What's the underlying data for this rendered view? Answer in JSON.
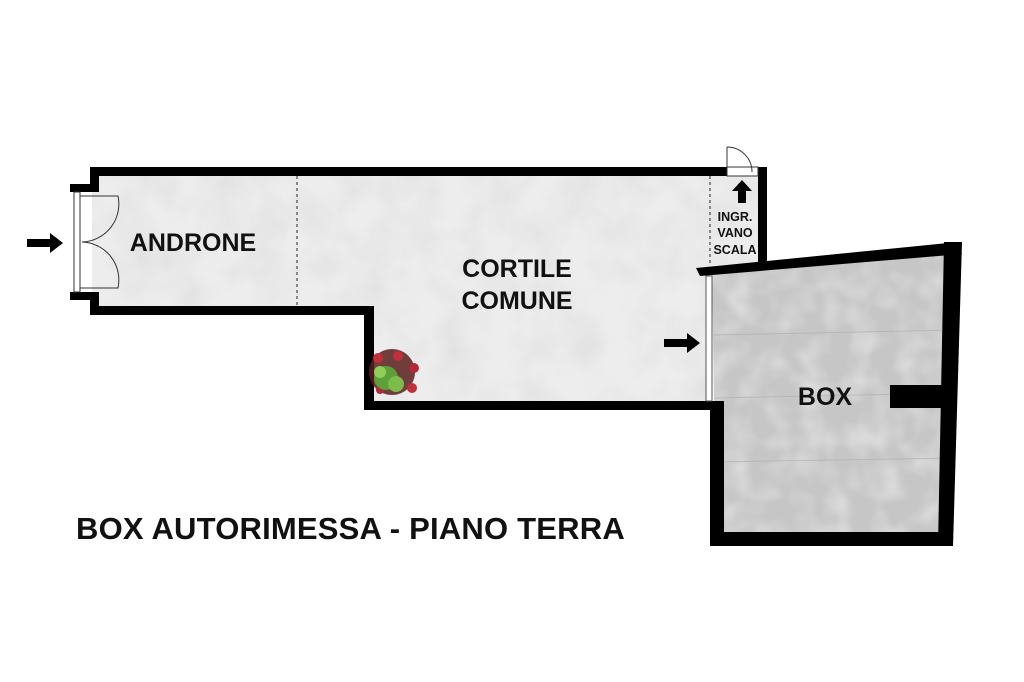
{
  "title": "BOX AUTORIMESSA - PIANO TERRA",
  "rooms": {
    "androne": "ANDRONE",
    "cortile_line1": "CORTILE",
    "cortile_line2": "COMUNE",
    "ingr_line1": "INGR.",
    "ingr_line2": "VANO",
    "ingr_line3": "SCALA",
    "box": "BOX"
  },
  "colors": {
    "wall": "#000000",
    "floor_light": "#eeeeee",
    "floor_box": "#c9c9c9",
    "text": "#111111"
  },
  "icons": [
    "arrow-right-icon",
    "arrow-up-icon",
    "door-icon",
    "plant-icon"
  ]
}
